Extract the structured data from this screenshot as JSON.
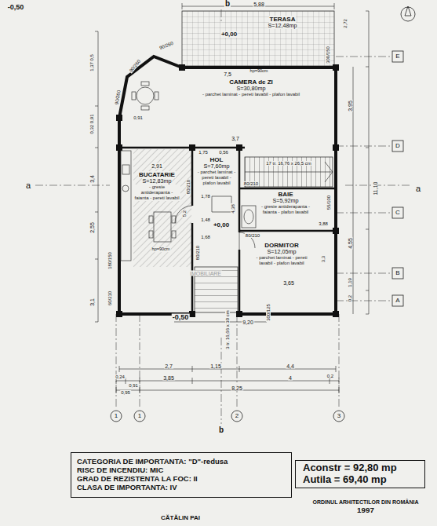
{
  "diagram": {
    "nodes": [
      {
        "text": [
          "TERASA",
          "S=12,48mp"
        ]
      },
      {
        "text": [
          "CAMERA de ZI",
          "S=30,80mp",
          "- parchet laminat - pereti lavabil - plafon lavabil"
        ]
      },
      {
        "text": [
          "HOL",
          "S=7,60mp",
          "- parchet laminat - pereti lavabil - plafon lavabil"
        ]
      },
      {
        "text": [
          "BUCATARIE",
          "S=12,83mp",
          "- gresie antiderapanta - faianta - pereti lavabil"
        ]
      },
      {
        "text": [
          "BAIE",
          "S=5,92mp",
          "- gresie antiderapanta - faianta - plafon lavabil"
        ]
      },
      {
        "text": [
          "DORMITOR",
          "S=12,05mp",
          "- parchet laminat - pereti lavabil - plafon lavabil"
        ]
      },
      {
        "text": [
          "CATEGORIA DE IMPORTANTA: \"D\"-redusa",
          "RISC DE INCENDIU: MIC",
          "GRAD DE REZISTENTA LA FOC: II",
          "CLASA DE IMPORTANTA: IV"
        ]
      },
      {
        "text": [
          "Aconstr = 92,80 mp",
          "Autila = 69,40 mp"
        ]
      },
      {
        "text": [
          "ORDINUL ARHITECTILOR DIN ROMÂNIA",
          "1997"
        ]
      }
    ],
    "labels": [
      "-0,50",
      "+0,00",
      "5,88",
      "2,72",
      "300/150",
      "hp=90cm",
      "90/260",
      "90/260",
      "90/260",
      "1,37 0,5",
      "0,32 0,91",
      "0,91",
      "7,5",
      "3,7",
      "3,95",
      "11,10",
      "3,4",
      "1,75",
      "0,56",
      "2,91",
      "80/210",
      "1,78",
      "4,38",
      "17 tr. 16,76 x 26,5 cm",
      "80/210",
      "3,88",
      "55/100",
      "+0,00",
      "1,48",
      "1,68",
      "80/210",
      "5,2",
      "180/150",
      "60/210",
      "hp=90cm",
      "80/210",
      "3,3",
      "3,65",
      "4,55",
      "1,19",
      "0,2",
      "2,55",
      "3,1",
      "-0,50",
      "300/125",
      "3 tr. 16,66 x 30 cm",
      "9,20",
      "2,7",
      "1,15",
      "4,4",
      "0,24",
      "0,91",
      "3,85",
      "4",
      "0,2",
      "0,95",
      "8,25",
      "1",
      "1",
      "2",
      "3",
      "a",
      "a",
      "b",
      "b",
      "E",
      "D",
      "C",
      "B",
      "A",
      "IMOBILIARE",
      "CĂTĂLIN PAI"
    ]
  }
}
